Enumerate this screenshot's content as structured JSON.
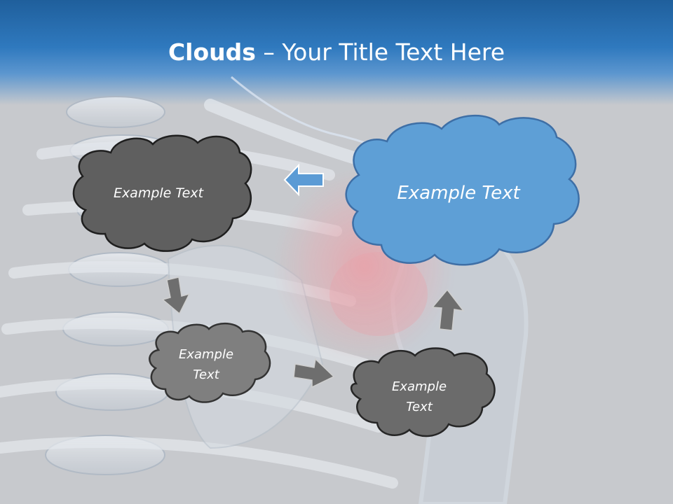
{
  "slide": {
    "title_bold": "Clouds",
    "title_rest": " – Your Title Text Here"
  },
  "clouds": [
    {
      "id": "top-left",
      "lines": [
        "Example Text"
      ],
      "fill": "#5f5f5f",
      "stroke": "#1f1f1f"
    },
    {
      "id": "top-right",
      "lines": [
        "Example Text"
      ],
      "fill": "#5e9fd6",
      "stroke": "#3e6fa6"
    },
    {
      "id": "middle-left",
      "lines": [
        "Example",
        "Text"
      ],
      "fill": "#7f7f7f",
      "stroke": "#333333"
    },
    {
      "id": "bottom-right",
      "lines": [
        "Example",
        "Text"
      ],
      "fill": "#6b6b6b",
      "stroke": "#262626"
    }
  ],
  "colors": {
    "title_bar": "#2f79be",
    "arrow_blue": "#5b9bd5",
    "arrow_gray": "#6e6e6e",
    "background": "#c7c9cd",
    "highlight": "#e88a92"
  },
  "arrows": [
    {
      "name": "arrow-left-blue"
    },
    {
      "name": "arrow-down-gray"
    },
    {
      "name": "arrow-right-gray"
    },
    {
      "name": "arrow-up-gray"
    }
  ]
}
